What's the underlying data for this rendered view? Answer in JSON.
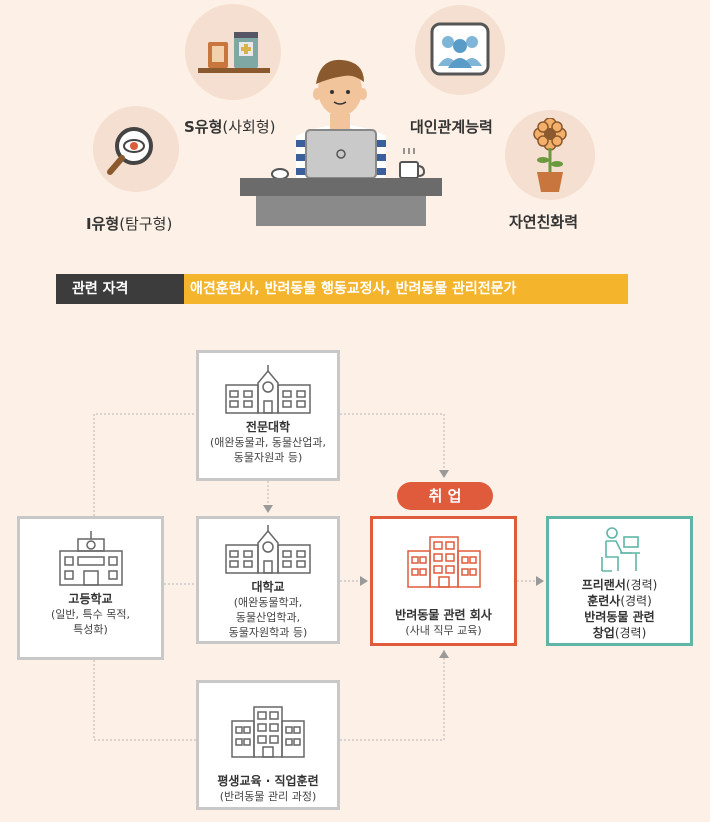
{
  "traits": {
    "s_type": {
      "main": "S유형",
      "sub": "(사회형)"
    },
    "i_type": {
      "main": "I유형",
      "sub": "(탐구형)"
    },
    "interpersonal": "대인관계능력",
    "nature": "자연친화력"
  },
  "qualifications": {
    "label": "관련 자격",
    "text": "애견훈련사, 반려동물 행동교정사, 반려동물 관리전문가"
  },
  "employment_badge": "취 업",
  "paths": {
    "college": {
      "title": "전문대학",
      "desc": [
        "(애완동물과, 동물산업과,",
        "동물자원과 등)"
      ]
    },
    "highschool": {
      "title": "고등학교",
      "desc": [
        "(일반, 특수 목적,",
        "특성화)"
      ]
    },
    "university": {
      "title": "대학교",
      "desc": [
        "(애완동물학과,",
        "동물산업학과,",
        "동물자원학과 등)"
      ]
    },
    "lifelong": {
      "title": "평생교육 · 직업훈련",
      "desc": [
        "(반려동물 관리 과정)"
      ]
    },
    "company": {
      "title": "반려동물 관련 회사",
      "desc": [
        "(사내 직무 교육)"
      ]
    },
    "career": {
      "lines": [
        {
          "main": "프리랜서",
          "sub": "(경력)"
        },
        {
          "main": "훈련사",
          "sub": "(경력)"
        },
        {
          "main": "반려동물 관련",
          "sub": ""
        },
        {
          "main": "창업",
          "sub": "(경력)"
        }
      ]
    }
  },
  "colors": {
    "accent": "#e05a3c",
    "career": "#5fb5a6",
    "qual_bar": "#f4b42c",
    "box_border": "#c8c8c8"
  }
}
